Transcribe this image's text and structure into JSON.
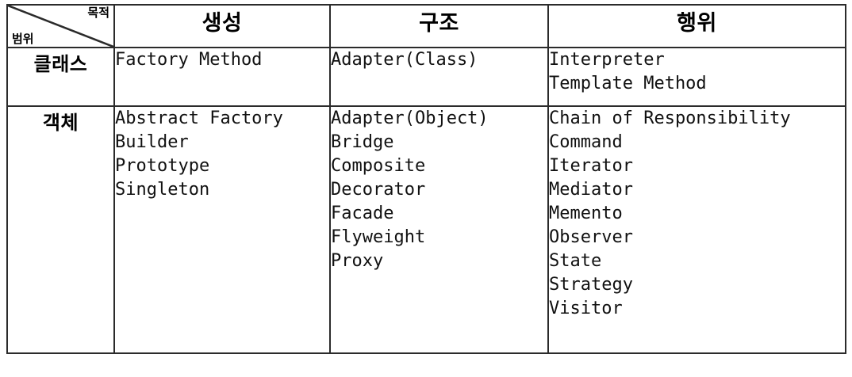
{
  "table": {
    "corner": {
      "purpose_label": "목적",
      "scope_label": "범위"
    },
    "column_headers": [
      "생성",
      "구조",
      "행위"
    ],
    "row_headers": [
      "클래스",
      "객체"
    ],
    "colors": {
      "header_fill": "#bcd6ea",
      "border": "#2b2b2b",
      "cell_fill": "#ffffff",
      "text": "#000000"
    },
    "rows": [
      {
        "scope": "클래스",
        "cells": [
          {
            "purpose": "생성",
            "patterns": [
              "Factory Method"
            ]
          },
          {
            "purpose": "구조",
            "patterns": [
              "Adapter(Class)"
            ]
          },
          {
            "purpose": "행위",
            "patterns": [
              "Interpreter",
              "Template Method"
            ]
          }
        ]
      },
      {
        "scope": "객체",
        "cells": [
          {
            "purpose": "생성",
            "patterns": [
              "Abstract Factory",
              "Builder",
              "Prototype",
              "Singleton"
            ]
          },
          {
            "purpose": "구조",
            "patterns": [
              "Adapter(Object)",
              "Bridge",
              "Composite",
              "Decorator",
              "Facade",
              "Flyweight",
              "Proxy"
            ]
          },
          {
            "purpose": "행위",
            "patterns": [
              "Chain of Responsibility",
              "Command",
              "Iterator",
              "Mediator",
              "Memento",
              "Observer",
              "State",
              "Strategy",
              "Visitor"
            ]
          }
        ]
      }
    ]
  }
}
